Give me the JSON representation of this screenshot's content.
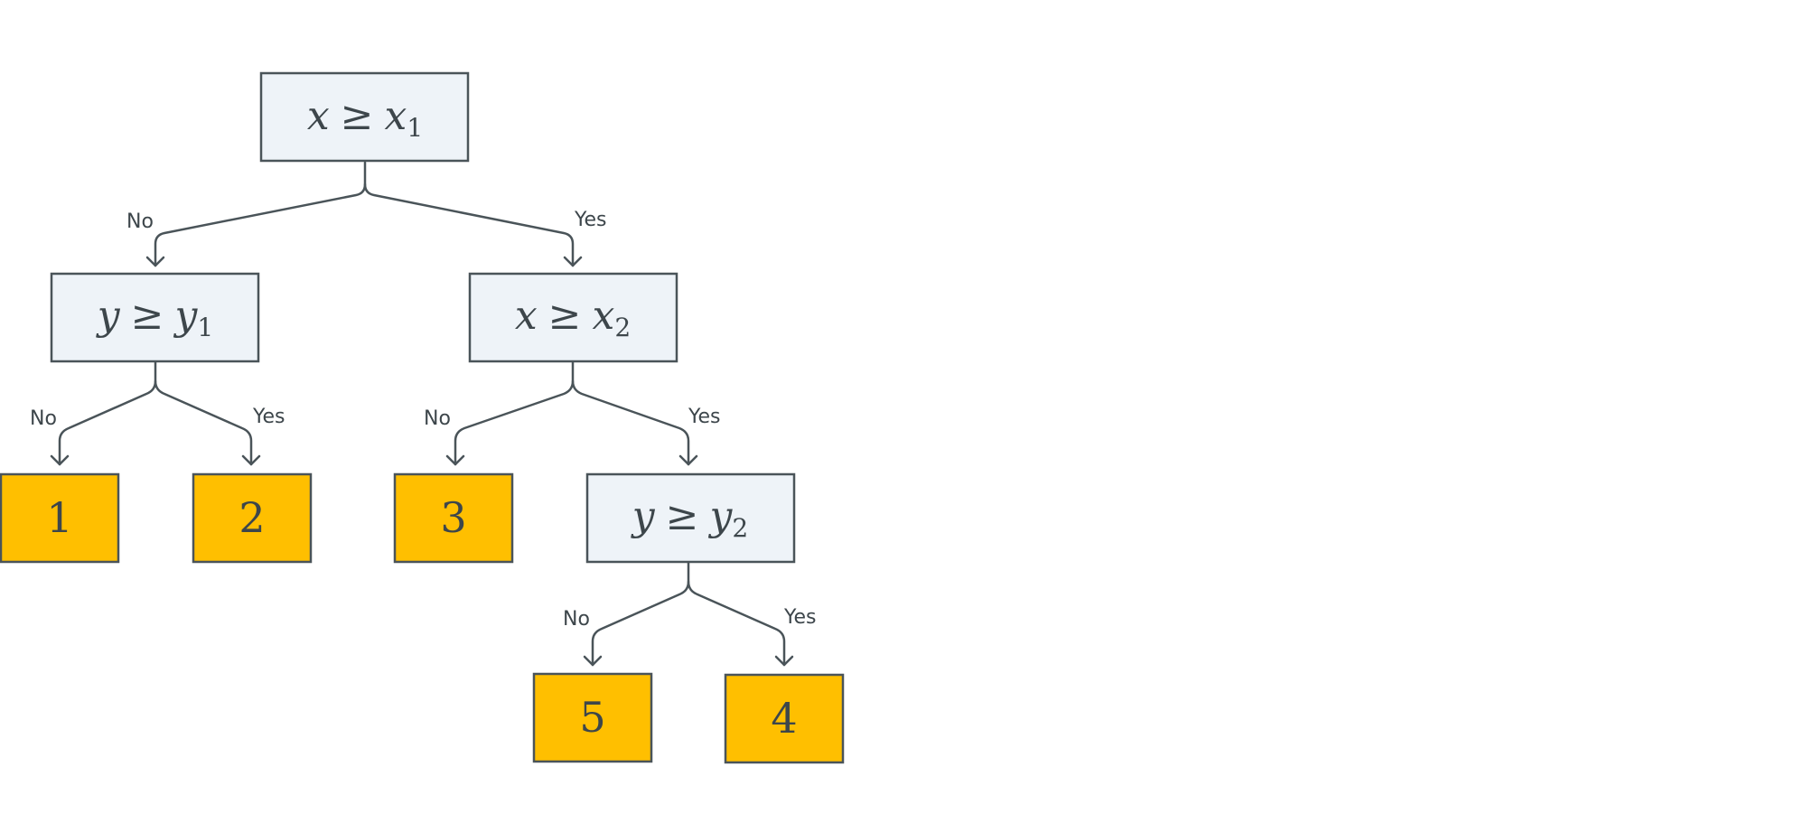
{
  "nodes": {
    "root": {
      "var": "x",
      "op": "≥",
      "rhs": "x",
      "sub": "1"
    },
    "left": {
      "var": "y",
      "op": "≥",
      "rhs": "y",
      "sub": "1"
    },
    "right": {
      "var": "x",
      "op": "≥",
      "rhs": "x",
      "sub": "2"
    },
    "deep": {
      "var": "y",
      "op": "≥",
      "rhs": "y",
      "sub": "2"
    }
  },
  "leaves": {
    "leaf_1": "1",
    "leaf_2": "2",
    "leaf_3": "3",
    "leaf_4": "4",
    "leaf_5": "5"
  },
  "edge_labels": {
    "root_no": "No",
    "root_yes": "Yes",
    "left_no": "No",
    "left_yes": "Yes",
    "right_no": "No",
    "right_yes": "Yes",
    "deep_no": "No",
    "deep_yes": "Yes"
  },
  "colors": {
    "decision_fill": "#eef3f8",
    "leaf_fill": "#ffbf00",
    "stroke": "#4a5459"
  }
}
